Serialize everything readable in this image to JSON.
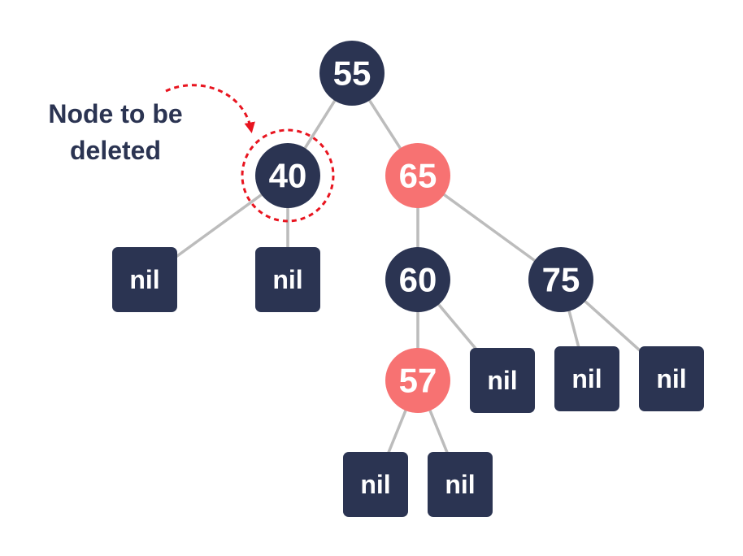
{
  "colors": {
    "black_node": "#2b3452",
    "red_node": "#f77272",
    "edge": "#bcbcbc",
    "annotation_text": "#2b3452",
    "annotation_highlight": "#e8141f"
  },
  "annotation": {
    "line1": "Node to be",
    "line2": "deleted"
  },
  "nodes": {
    "n55": {
      "label": "55",
      "color": "black"
    },
    "n40": {
      "label": "40",
      "color": "black"
    },
    "n65": {
      "label": "65",
      "color": "red"
    },
    "n60": {
      "label": "60",
      "color": "black"
    },
    "n75": {
      "label": "75",
      "color": "black"
    },
    "n57": {
      "label": "57",
      "color": "red"
    }
  },
  "leaves": {
    "nil_40_left": {
      "label": "nil"
    },
    "nil_40_right": {
      "label": "nil"
    },
    "nil_60_right": {
      "label": "nil"
    },
    "nil_75_left": {
      "label": "nil"
    },
    "nil_75_right": {
      "label": "nil"
    },
    "nil_57_left": {
      "label": "nil"
    },
    "nil_57_right": {
      "label": "nil"
    }
  }
}
